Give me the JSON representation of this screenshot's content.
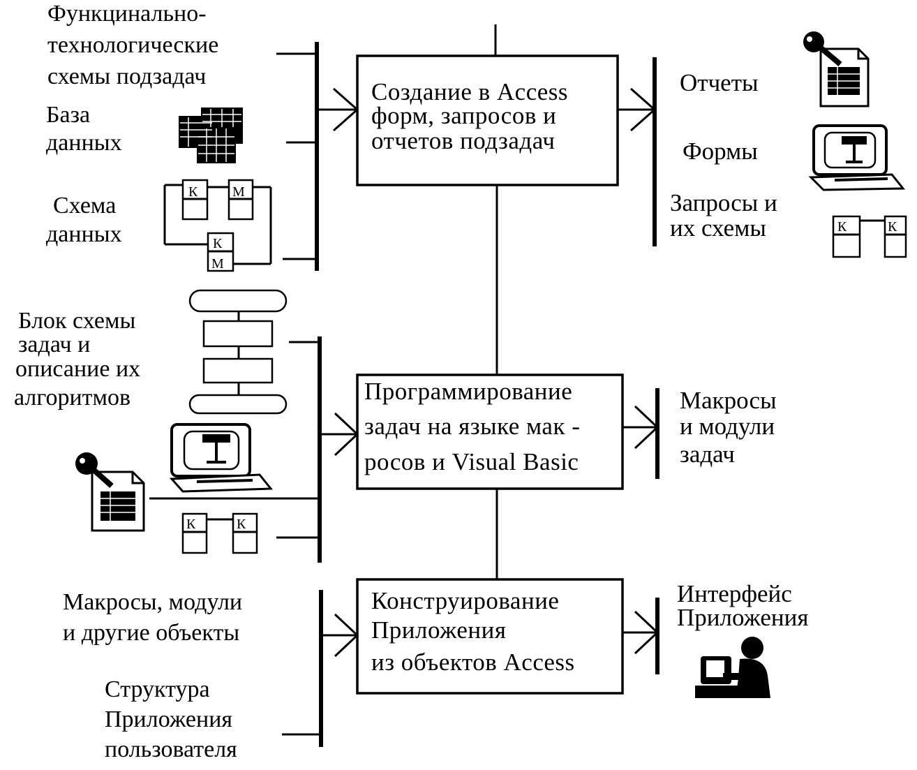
{
  "stages": [
    {
      "id": "create",
      "box_lines": [
        "Создание  в  Access",
        "форм, запросов  и",
        "отчетов  подзадач"
      ],
      "inputs": [
        {
          "lines": [
            "Функцинально-",
            "технологические",
            "схемы подзадач"
          ]
        },
        {
          "lines": [
            "База",
            "данных"
          ],
          "icon": "tables-icon"
        },
        {
          "lines": [
            "Схема",
            "данных"
          ],
          "icon": "data-schema-icon"
        }
      ],
      "outputs": [
        {
          "lines": [
            "Отчеты"
          ],
          "icon": "report-icon"
        },
        {
          "lines": [
            "Формы"
          ],
          "icon": "form-icon"
        },
        {
          "lines": [
            "Запросы и",
            "их схемы"
          ],
          "icon": "query-schema-icon"
        }
      ]
    },
    {
      "id": "program",
      "box_lines": [
        "Программирование",
        "задач  на языке мак -",
        "росов и Visual Basic"
      ],
      "inputs": [
        {
          "lines": [
            "Блок схемы",
            "задач   и",
            "описание  их",
            "алгоритмов"
          ],
          "icon": "flowchart-icon"
        },
        {
          "lines": [],
          "icon": "form-icon"
        },
        {
          "lines": [],
          "icon": "report-icon"
        },
        {
          "lines": [],
          "icon": "query-schema-icon"
        }
      ],
      "outputs": [
        {
          "lines": [
            "Макросы",
            "и  модули",
            "задач"
          ]
        }
      ]
    },
    {
      "id": "construct",
      "box_lines": [
        "Конструирование",
        "Приложения",
        "из объектов  Access"
      ],
      "inputs": [
        {
          "lines": [
            "Макросы, модули",
            "и другие объекты"
          ]
        },
        {
          "lines": [
            "Структура",
            "Приложения",
            "пользователя"
          ]
        }
      ],
      "outputs": [
        {
          "lines": [
            "Интерфейс",
            "Приложения"
          ],
          "icon": "user-at-computer-icon"
        }
      ]
    }
  ]
}
